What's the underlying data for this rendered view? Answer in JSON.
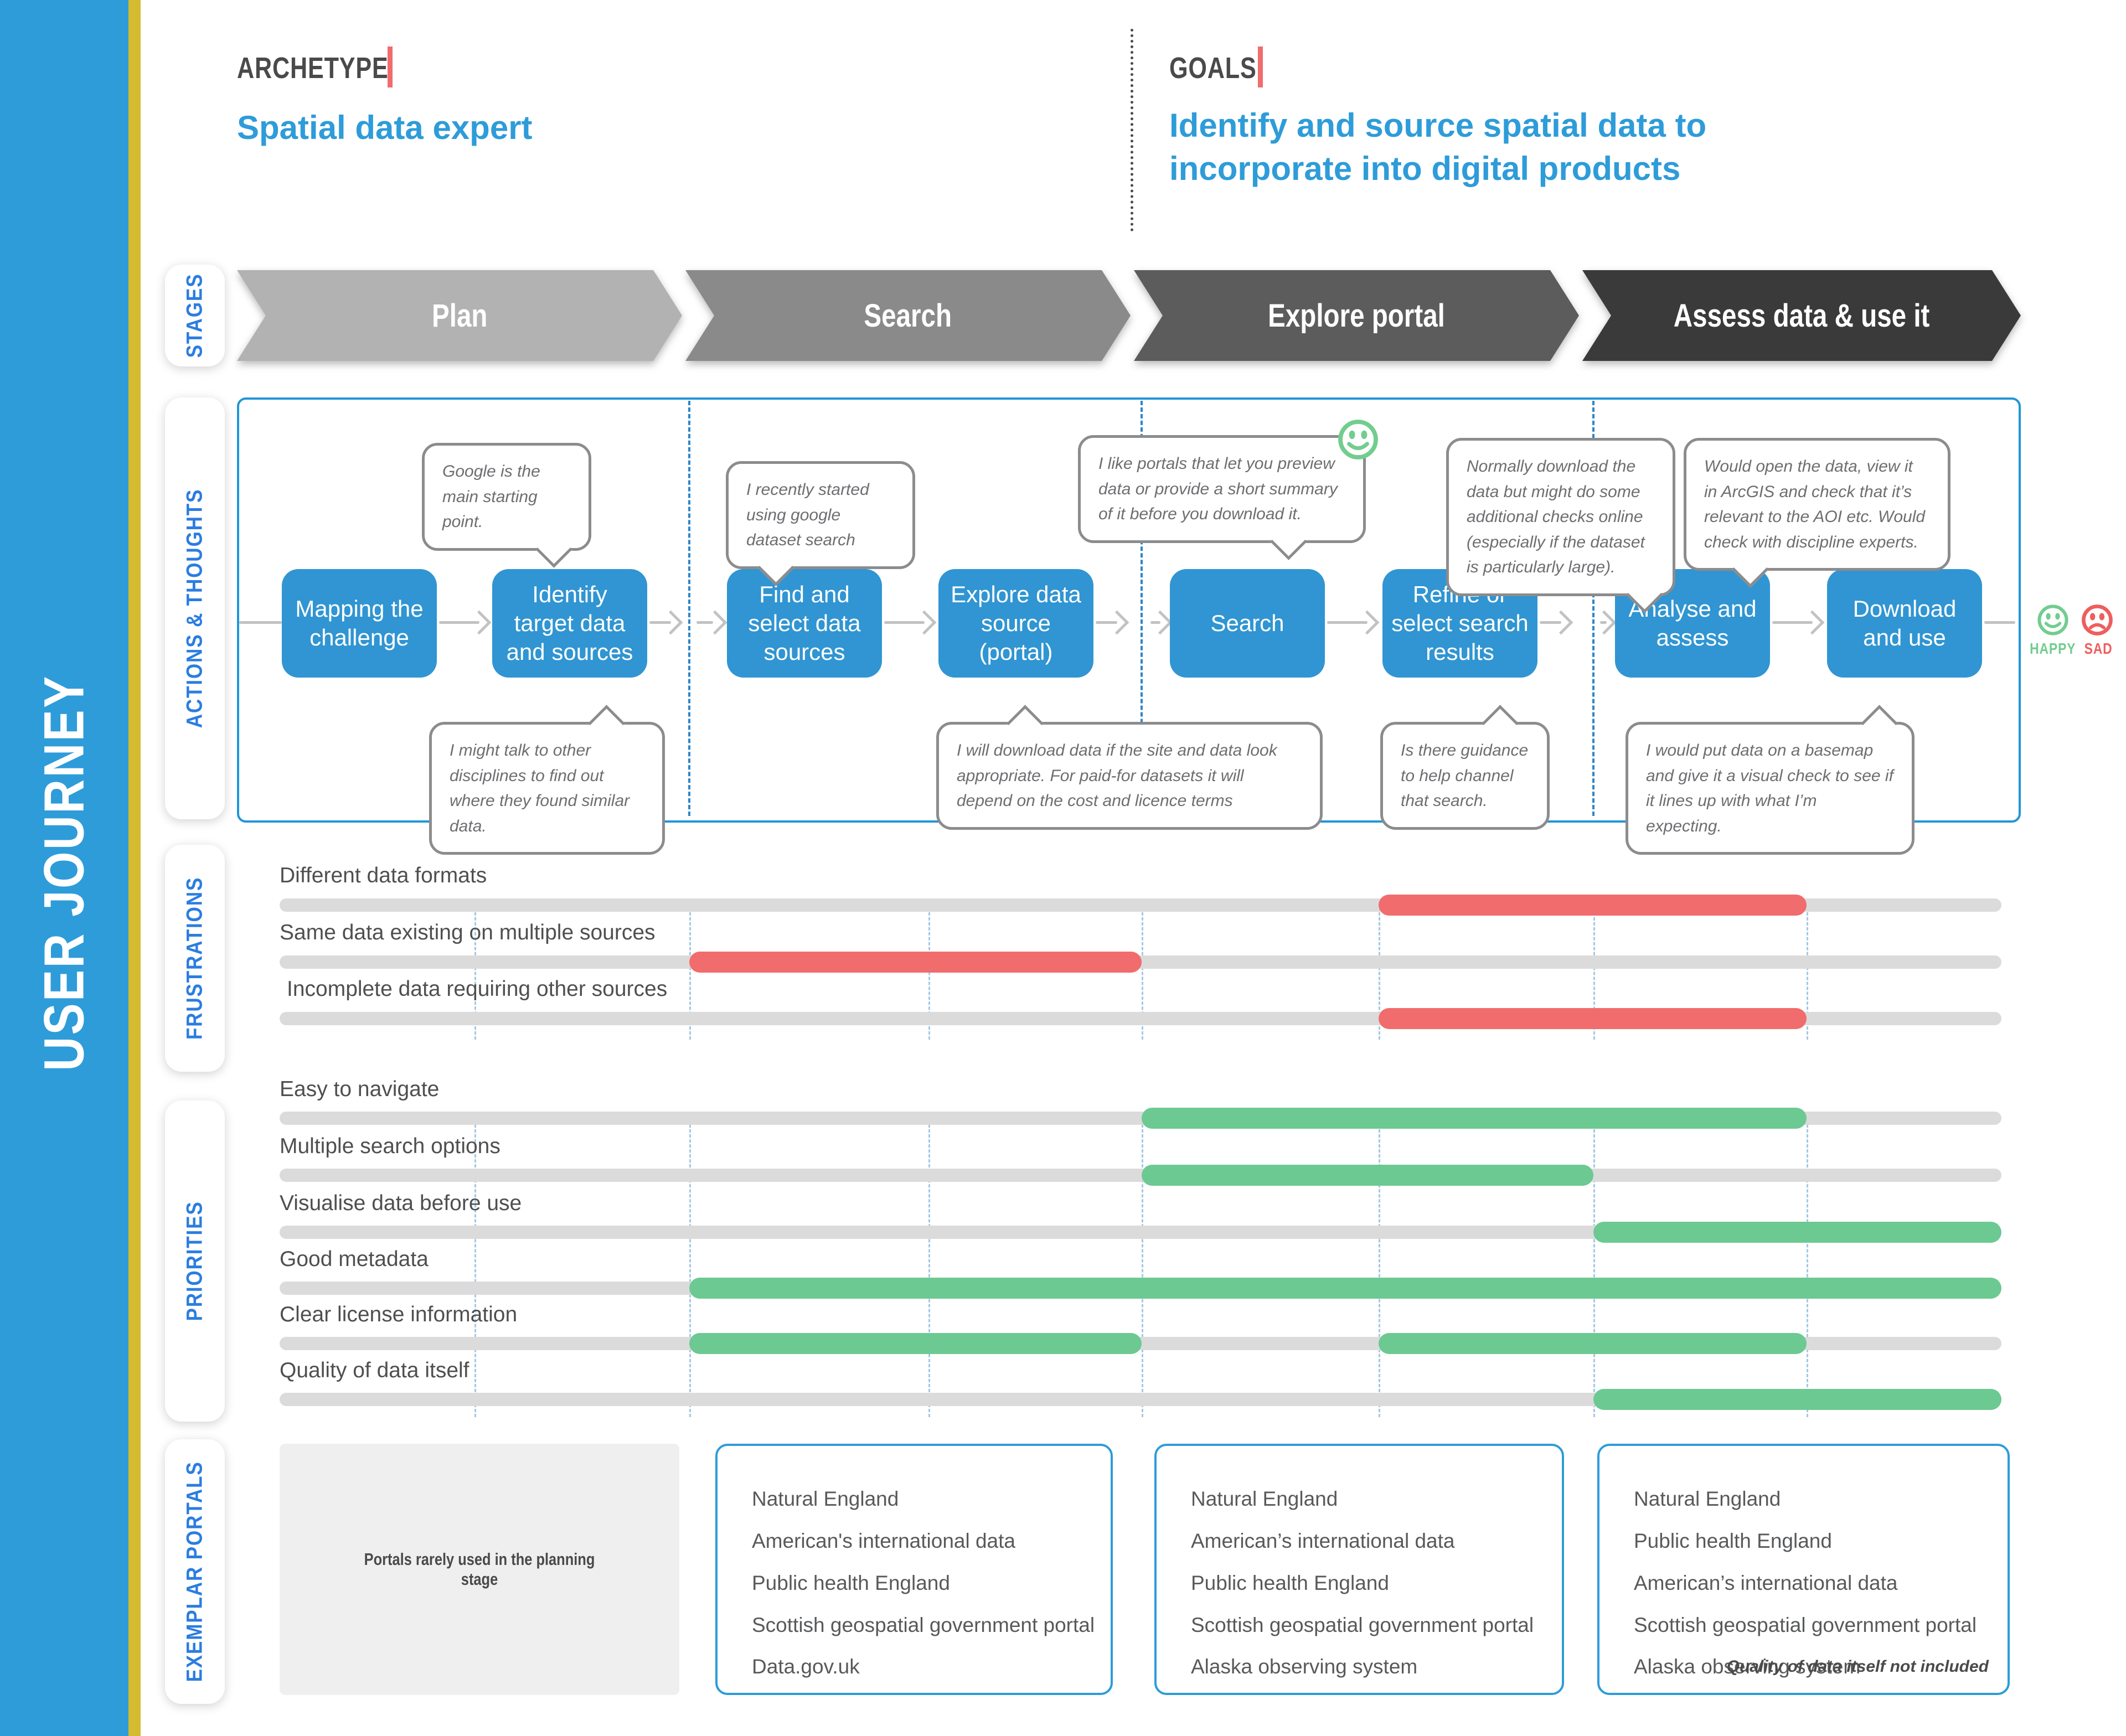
{
  "sidebar": {
    "title": "USER JOURNEY"
  },
  "header": {
    "archetype_label": "ARCHETYPE",
    "archetype_value": "Spatial data expert",
    "goals_label": "GOALS",
    "goals_value": "Identify and source spatial data to incorporate into digital products"
  },
  "section_labels": {
    "stages": "STAGES",
    "actions": "ACTIONS & THOUGHTS",
    "frustrations": "FRUSTRATIONS",
    "priorities": "PRIORITIES",
    "portals": "EXEMPLAR PORTALS"
  },
  "stages": [
    {
      "label": "Plan",
      "color": "#b2b2b2"
    },
    {
      "label": "Search",
      "color": "#8a8a8a"
    },
    {
      "label": "Explore portal",
      "color": "#5c5c5c"
    },
    {
      "label": "Assess data & use it",
      "color": "#3a3a3a"
    }
  ],
  "actions": {
    "boxes": [
      "Mapping the challenge",
      "Identify target data and sources",
      "Find and select data sources",
      "Explore data source (portal)",
      "Search",
      "Refine or select search results",
      "Analyse and assess",
      "Download and use"
    ],
    "bubbles_top": [
      "Google is the main starting point.",
      "I recently started using google dataset search",
      "I like portals that let you preview data or provide a short summary of it before you download it.",
      "Normally download the data but might do some additional checks online (especially if the dataset is particularly large).",
      "Would open the data, view it in ArcGIS and check that it’s relevant to the AOI etc. Would check with discipline experts."
    ],
    "bubbles_bottom": [
      "I might talk to other disciplines to find out where they found similar data.",
      "I will download data if the site and data look appropriate. For paid-for datasets it will depend on the cost and licence terms",
      "Is there guidance to help channel that search.",
      "I would put data on a basemap and give it a visual check to see if it lines up with what I’m expecting."
    ]
  },
  "legend": {
    "happy": "HAPPY",
    "sad": "SAD"
  },
  "grid": {
    "lines": [
      11.32,
      23.79,
      37.68,
      50.06,
      63.83,
      76.3,
      88.68
    ]
  },
  "frustrations": {
    "rows": [
      {
        "label": "Different data formats",
        "segments": [
          [
            63.83,
            88.68
          ]
        ]
      },
      {
        "label": "Same data existing on multiple sources",
        "segments": [
          [
            23.79,
            50.06
          ]
        ]
      },
      {
        "label": "Incomplete data requiring other sources",
        "segments": [
          [
            63.83,
            88.68
          ]
        ]
      }
    ]
  },
  "priorities": {
    "rows": [
      {
        "label": "Easy to navigate",
        "segments": [
          [
            50.06,
            88.68
          ]
        ]
      },
      {
        "label": "Multiple search options",
        "segments": [
          [
            50.06,
            76.3
          ]
        ]
      },
      {
        "label": "Visualise data before use",
        "segments": [
          [
            76.3,
            100
          ]
        ]
      },
      {
        "label": "Good metadata",
        "segments": [
          [
            23.79,
            100
          ]
        ]
      },
      {
        "label": "Clear license information",
        "segments": [
          [
            23.79,
            50.06
          ],
          [
            63.83,
            88.68
          ]
        ]
      },
      {
        "label": "Quality of data itself",
        "segments": [
          [
            76.3,
            100
          ]
        ]
      }
    ]
  },
  "portals": {
    "planning_note": "Portals rarely used in the planning stage",
    "search_list": [
      "Natural England",
      "American's international data",
      "Public health England",
      "Scottish geospatial government portal",
      "Data.gov.uk"
    ],
    "explore_list": [
      "Natural England",
      "American’s international data",
      "Public health England",
      "Scottish geospatial government portal",
      "Alaska observing system"
    ],
    "assess_list": [
      "Natural England",
      "Public health England",
      "American’s international data",
      "Scottish geospatial government portal",
      "Alaska observing system"
    ],
    "assess_note": "Quality of data itself not included"
  },
  "colors": {
    "sidebar_blue": "#2e9cd9",
    "sidebar_yellow": "#d5bb30",
    "label_blue": "#2b7de0",
    "box_blue": "#3095d2",
    "container_blue": "#2196d8",
    "track_gray": "#dbdbdb",
    "red": "#f16c6c",
    "green": "#6cc992",
    "bubble_border": "#8c8c8c",
    "happy_green": "#72cd8f",
    "sad_red": "#ee5e5e"
  }
}
